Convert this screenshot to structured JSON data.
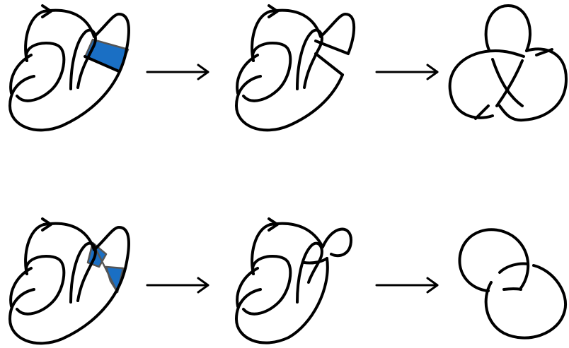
{
  "figure": {
    "rows": [
      {
        "name": "top",
        "steps": [
          {
            "diagram": "knot-with-band",
            "band_fill": "untwisted"
          },
          {
            "diagram": "band-surgery-result"
          },
          {
            "diagram": "trefoil-knot"
          }
        ]
      },
      {
        "name": "bottom",
        "steps": [
          {
            "diagram": "knot-with-band",
            "band_fill": "half-twisted"
          },
          {
            "diagram": "band-surgery-result"
          },
          {
            "diagram": "hopf-link"
          }
        ]
      }
    ],
    "colors": {
      "strand": "#000000",
      "band": "#1a6fc4",
      "band_edge": "#555555",
      "background": "#ffffff"
    }
  }
}
